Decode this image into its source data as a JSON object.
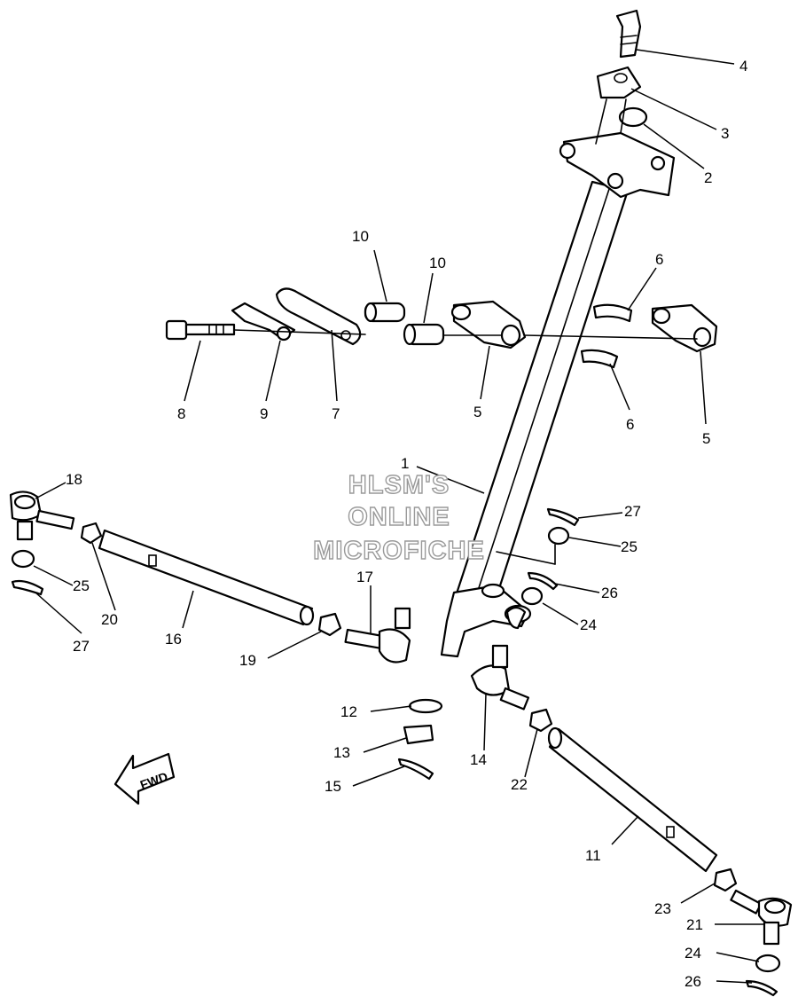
{
  "watermark": {
    "line1": "HLSM'S",
    "line2": "ONLINE",
    "line3": "MICROFICHE"
  },
  "direction_marker": "FWD",
  "part_labels": [
    {
      "id": "p1",
      "text": "1"
    },
    {
      "id": "p2",
      "text": "2"
    },
    {
      "id": "p3",
      "text": "3"
    },
    {
      "id": "p4",
      "text": "4"
    },
    {
      "id": "p5a",
      "text": "5"
    },
    {
      "id": "p5b",
      "text": "5"
    },
    {
      "id": "p6a",
      "text": "6"
    },
    {
      "id": "p6b",
      "text": "6"
    },
    {
      "id": "p7",
      "text": "7"
    },
    {
      "id": "p8",
      "text": "8"
    },
    {
      "id": "p9",
      "text": "9"
    },
    {
      "id": "p10a",
      "text": "10"
    },
    {
      "id": "p10b",
      "text": "10"
    },
    {
      "id": "p11",
      "text": "11"
    },
    {
      "id": "p12",
      "text": "12"
    },
    {
      "id": "p13",
      "text": "13"
    },
    {
      "id": "p14",
      "text": "14"
    },
    {
      "id": "p15",
      "text": "15"
    },
    {
      "id": "p16",
      "text": "16"
    },
    {
      "id": "p17",
      "text": "17"
    },
    {
      "id": "p18",
      "text": "18"
    },
    {
      "id": "p19",
      "text": "19"
    },
    {
      "id": "p20",
      "text": "20"
    },
    {
      "id": "p21",
      "text": "21"
    },
    {
      "id": "p22",
      "text": "22"
    },
    {
      "id": "p23",
      "text": "23"
    },
    {
      "id": "p24a",
      "text": "24"
    },
    {
      "id": "p24b",
      "text": "24"
    },
    {
      "id": "p25a",
      "text": "25"
    },
    {
      "id": "p25b",
      "text": "25"
    },
    {
      "id": "p26a",
      "text": "26"
    },
    {
      "id": "p26b",
      "text": "26"
    },
    {
      "id": "p27a",
      "text": "27"
    },
    {
      "id": "p27b",
      "text": "27"
    }
  ]
}
